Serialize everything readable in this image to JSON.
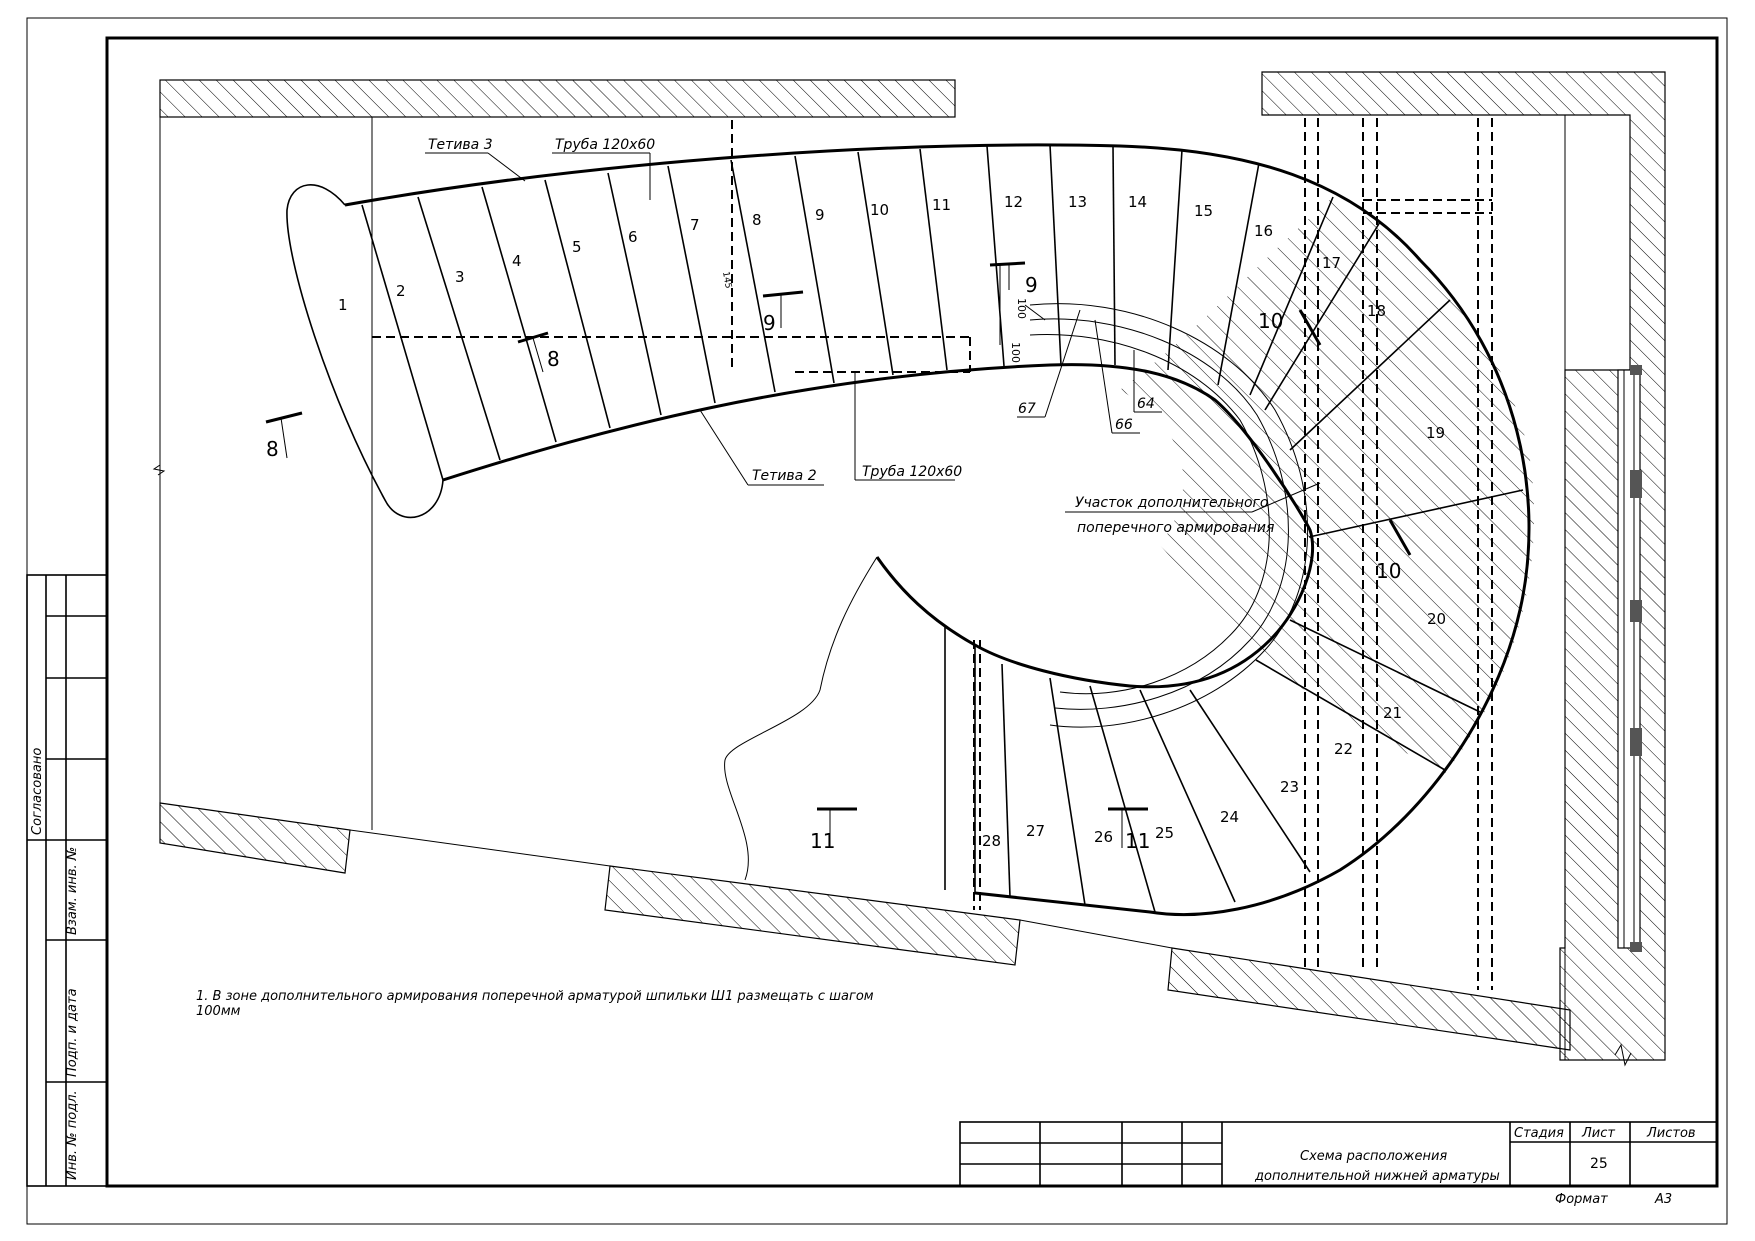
{
  "labels": {
    "tetiva3": "Тетива 3",
    "tetiva2": "Тетива 2",
    "pipe_top": "Труба 120х60",
    "pipe_bottom": "Труба 120х60",
    "zone_line1": "Участок дополнительного",
    "zone_line2": "поперечного армирования"
  },
  "steps": [
    "1",
    "2",
    "3",
    "4",
    "5",
    "6",
    "7",
    "8",
    "9",
    "10",
    "11",
    "12",
    "13",
    "14",
    "15",
    "16",
    "17",
    "18",
    "19",
    "20",
    "21",
    "22",
    "23",
    "24",
    "25",
    "26",
    "27",
    "28"
  ],
  "sections": {
    "s8a": "8",
    "s8b": "8",
    "s9a": "9",
    "s9b": "9",
    "s10a": "10",
    "s10b": "10",
    "s11a": "11",
    "s11b": "11"
  },
  "callouts": {
    "c64": "64",
    "c66": "66",
    "c67": "67",
    "dim100a": "100",
    "dim100b": "100",
    "dim145": "145"
  },
  "note": {
    "line1": "1. В зоне дополнительного армирования поперечной арматурой шпильки Ш1 размещать с шагом",
    "line2": "100мм"
  },
  "side_stamp": {
    "agreed": "Согласовано",
    "replace_inv": "Взам. инв. №",
    "sign_date": "Подп. и дата",
    "inv_orig": "Инв. № подл."
  },
  "title_block": {
    "title_line1": "Схема расположения",
    "title_line2": "дополнительной нижней арматуры",
    "stage_label": "Стадия",
    "sheet_label": "Лист",
    "sheets_label": "Листов",
    "sheet_value": "25",
    "format_label": "Формат",
    "format_value": "А3"
  }
}
